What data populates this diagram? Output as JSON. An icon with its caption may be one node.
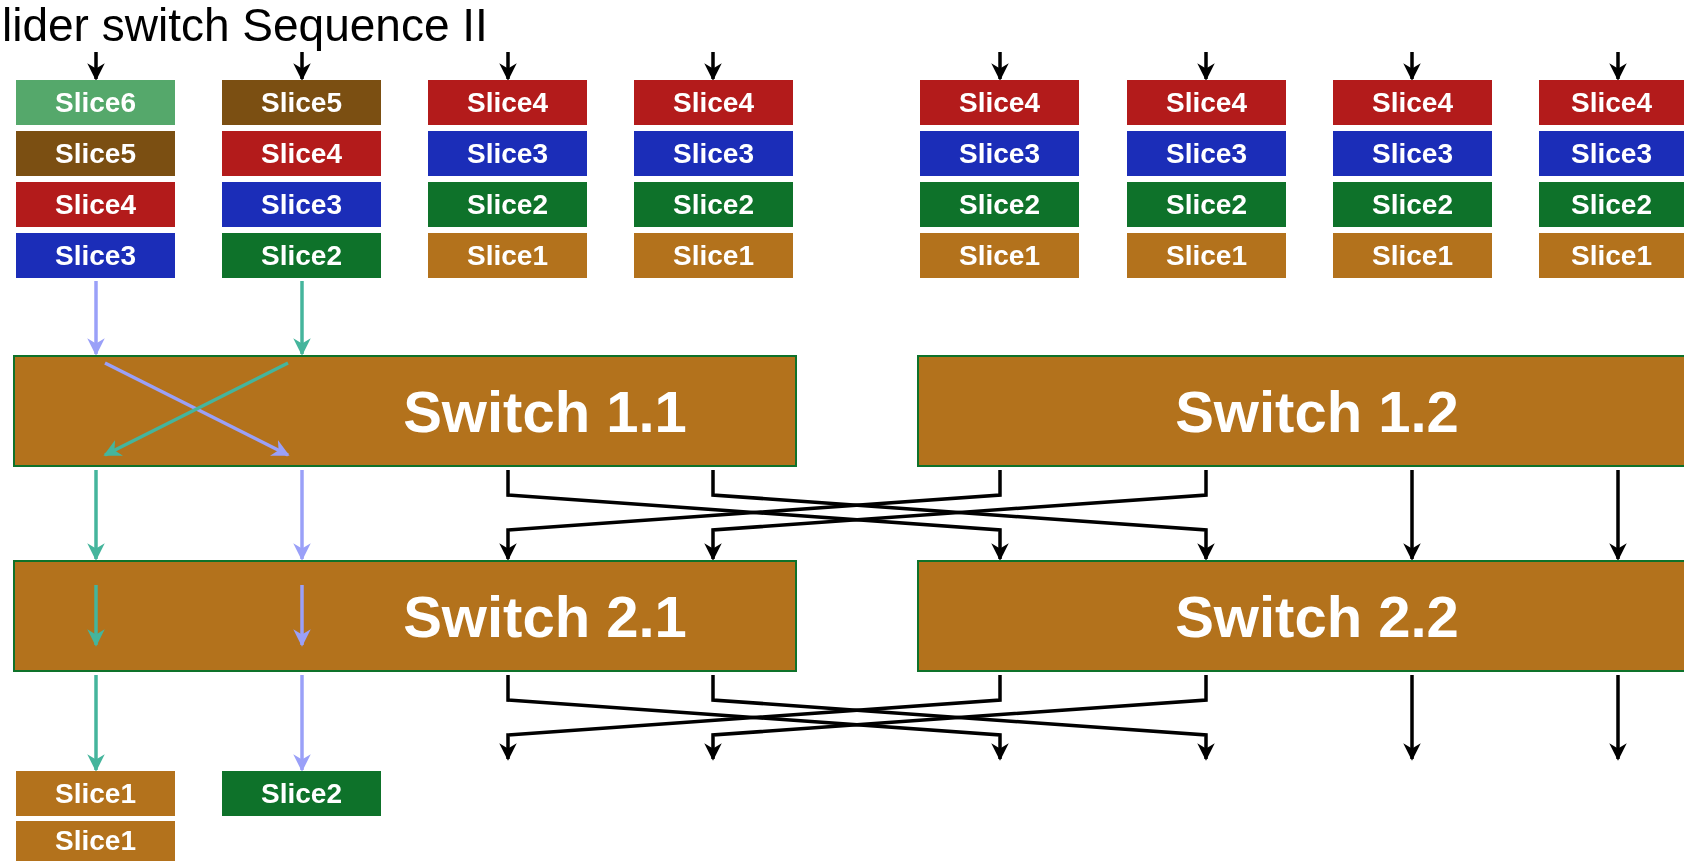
{
  "diagram": {
    "title": "lider switch Sequence II",
    "nodes": [
      {
        "text": [
          "Slice6"
        ]
      },
      {
        "text": [
          "Slice5"
        ]
      },
      {
        "text": [
          "Slice4"
        ]
      },
      {
        "text": [
          "Slice4"
        ]
      },
      {
        "text": [
          "Slice4"
        ]
      },
      {
        "text": [
          "Slice4"
        ]
      },
      {
        "text": [
          "Slice4"
        ]
      },
      {
        "text": [
          "Slice4"
        ]
      },
      {
        "text": [
          "Slice5"
        ]
      },
      {
        "text": [
          "Slice4"
        ]
      },
      {
        "text": [
          "Slice3"
        ]
      },
      {
        "text": [
          "Slice3"
        ]
      },
      {
        "text": [
          "Slice3"
        ]
      },
      {
        "text": [
          "Slice3"
        ]
      },
      {
        "text": [
          "Slice3"
        ]
      },
      {
        "text": [
          "Slice3"
        ]
      },
      {
        "text": [
          "Slice4"
        ]
      },
      {
        "text": [
          "Slice3"
        ]
      },
      {
        "text": [
          "Slice2"
        ]
      },
      {
        "text": [
          "Slice2"
        ]
      },
      {
        "text": [
          "Slice2"
        ]
      },
      {
        "text": [
          "Slice2"
        ]
      },
      {
        "text": [
          "Slice2"
        ]
      },
      {
        "text": [
          "Slice2"
        ]
      },
      {
        "text": [
          "Slice3"
        ]
      },
      {
        "text": [
          "Slice2"
        ]
      },
      {
        "text": [
          "Slice1"
        ]
      },
      {
        "text": [
          "Slice1"
        ]
      },
      {
        "text": [
          "Slice1"
        ]
      },
      {
        "text": [
          "Slice1"
        ]
      },
      {
        "text": [
          "Slice1"
        ]
      },
      {
        "text": [
          "Slice1"
        ]
      },
      {
        "text": [
          "Switch 1.1"
        ]
      },
      {
        "text": [
          "Switch 1.2"
        ]
      },
      {
        "text": [
          "Switch 2.1"
        ]
      },
      {
        "text": [
          "Switch 2.2"
        ]
      },
      {
        "text": [
          "Slice1"
        ]
      },
      {
        "text": [
          "Slice2"
        ]
      },
      {
        "text": [
          "Slice1"
        ]
      }
    ],
    "edges": [
      {
        "from": null,
        "to": 0,
        "arrow": "to"
      },
      {
        "from": null,
        "to": 1,
        "arrow": "to"
      },
      {
        "from": null,
        "to": 2,
        "arrow": "to"
      },
      {
        "from": null,
        "to": 3,
        "arrow": "to"
      },
      {
        "from": null,
        "to": 4,
        "arrow": "to"
      },
      {
        "from": null,
        "to": 5,
        "arrow": "to"
      },
      {
        "from": null,
        "to": 6,
        "arrow": "to"
      },
      {
        "from": null,
        "to": 7,
        "arrow": "to"
      },
      {
        "from": 24,
        "to": 32,
        "arrow": "to",
        "color": "#9aa0f8"
      },
      {
        "from": 25,
        "to": 32,
        "arrow": "to",
        "color": "#45b59c"
      },
      {
        "from": 32,
        "to": 34,
        "arrow": "to",
        "color": "#45b59c"
      },
      {
        "from": 32,
        "to": 34,
        "arrow": "to",
        "color": "#9aa0f8"
      },
      {
        "from": 32,
        "to": 35,
        "arrow": "to"
      },
      {
        "from": 32,
        "to": 35,
        "arrow": "to"
      },
      {
        "from": 33,
        "to": 34,
        "arrow": "to"
      },
      {
        "from": 33,
        "to": 34,
        "arrow": "to"
      },
      {
        "from": 33,
        "to": 35,
        "arrow": "to"
      },
      {
        "from": 33,
        "to": 35,
        "arrow": "to"
      },
      {
        "from": 34,
        "to": 36,
        "arrow": "to",
        "color": "#45b59c"
      },
      {
        "from": 34,
        "to": 37,
        "arrow": "to",
        "color": "#9aa0f8"
      },
      {
        "from": 34,
        "to": null,
        "arrow": "to"
      },
      {
        "from": 34,
        "to": null,
        "arrow": "to"
      },
      {
        "from": 35,
        "to": null,
        "arrow": "to"
      },
      {
        "from": 35,
        "to": null,
        "arrow": "to"
      },
      {
        "from": 35,
        "to": null,
        "arrow": "to"
      },
      {
        "from": 35,
        "to": null,
        "arrow": "to"
      }
    ]
  }
}
